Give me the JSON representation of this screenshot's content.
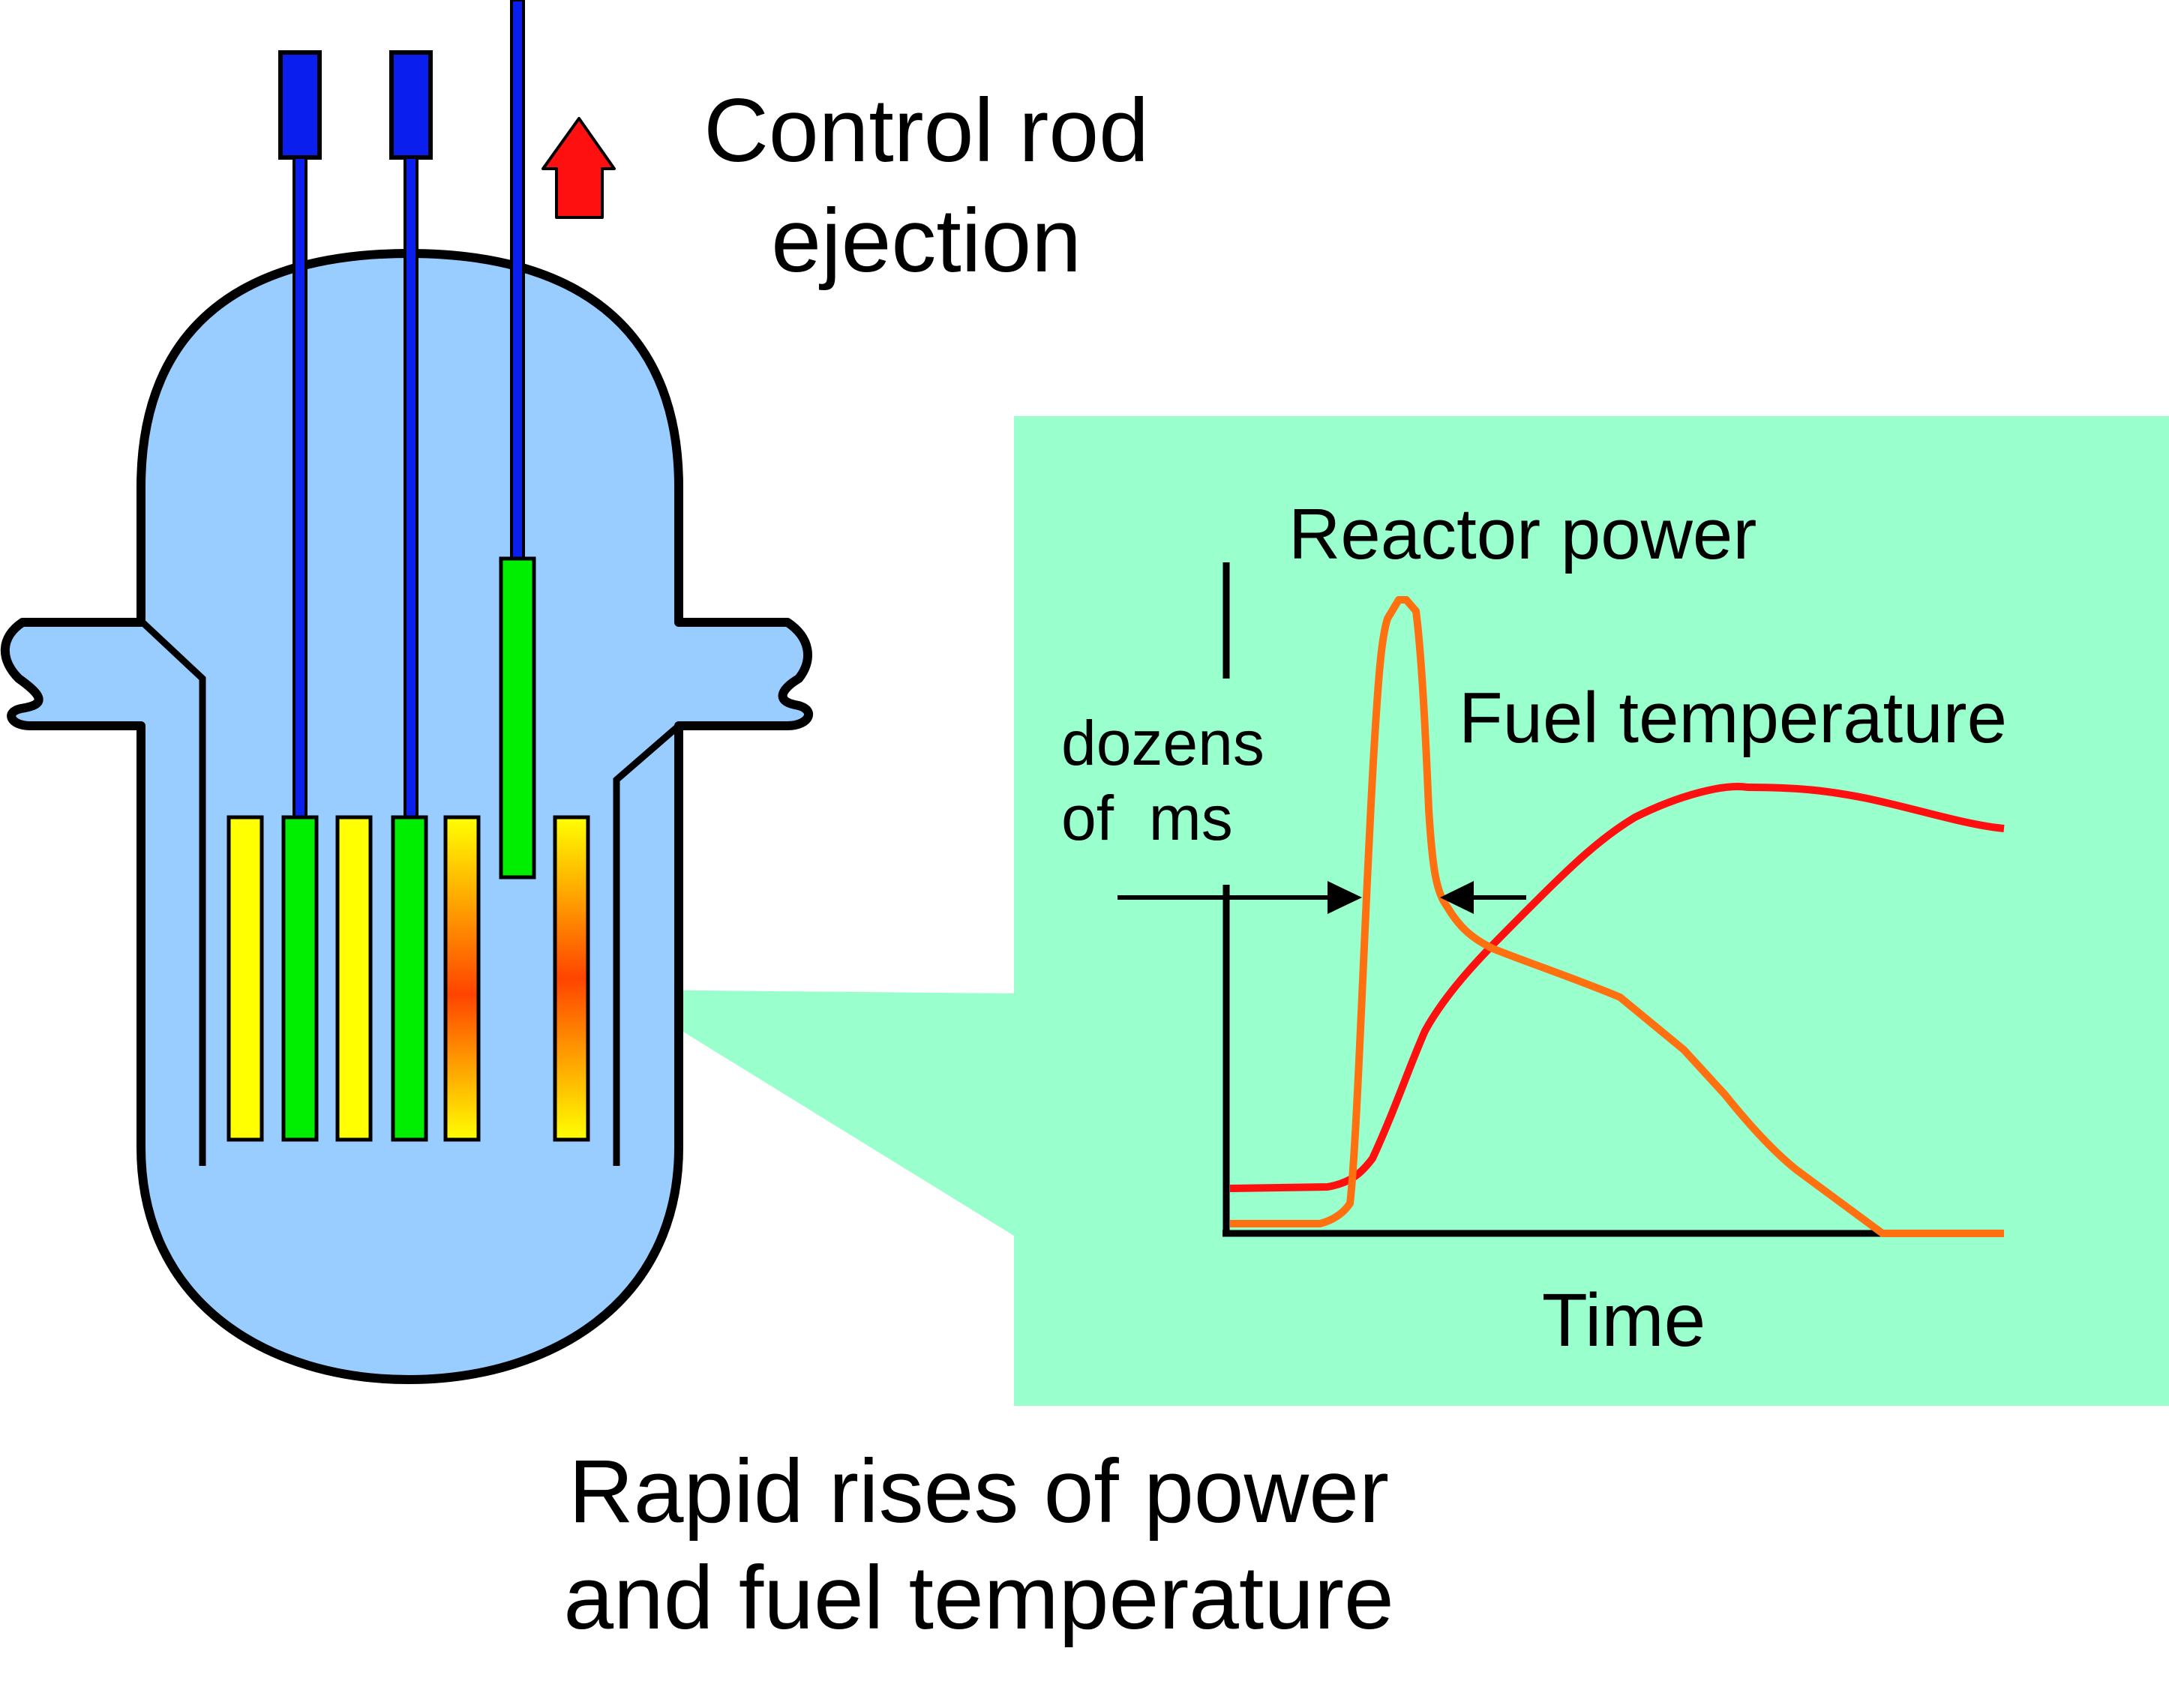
{
  "labels": {
    "control_rod_ejection_line1": "Control rod",
    "control_rod_ejection_line2": "ejection",
    "reactor_power": "Reactor power",
    "fuel_temperature": "Fuel temperature",
    "dozens_line1": "dozens",
    "dozens_line2": "of  ms",
    "time_axis": "Time",
    "caption_line1": "Rapid rises of power",
    "caption_line2": "and fuel temperature"
  },
  "colors": {
    "vessel": "#99ccff",
    "inset_background": "#99ffcc",
    "control_rod_drive": "#0a1eee",
    "control_rod": "#00ee00",
    "fuel_rod": "#ffff00",
    "hot_fuel": "#ff4400",
    "ejection_arrow": "#ff0000",
    "reactor_power_curve": "#ff7010",
    "fuel_temperature_curve": "#ff1010"
  }
}
